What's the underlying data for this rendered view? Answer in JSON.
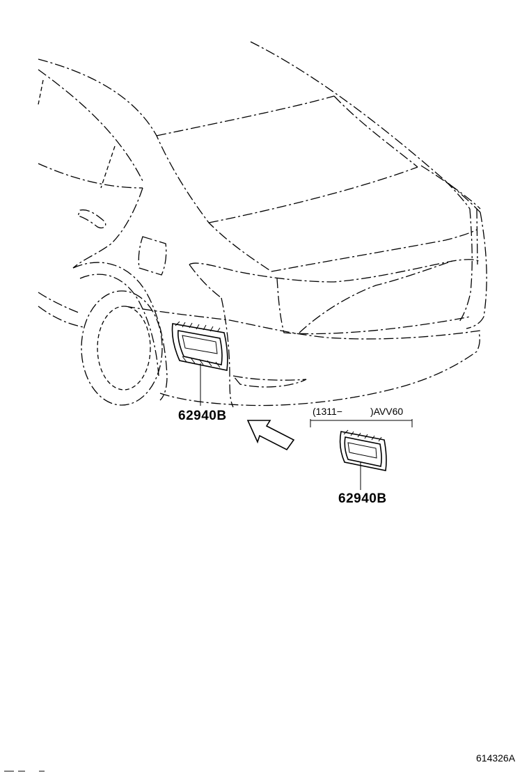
{
  "callouts": {
    "main_part": "62940B",
    "variant_part": "62940B"
  },
  "variant_note": {
    "prefix": "(1311−",
    "suffix": ")AVV60"
  },
  "illustration_id": "614326A",
  "colors": {
    "line": "#000000",
    "background": "#ffffff"
  }
}
